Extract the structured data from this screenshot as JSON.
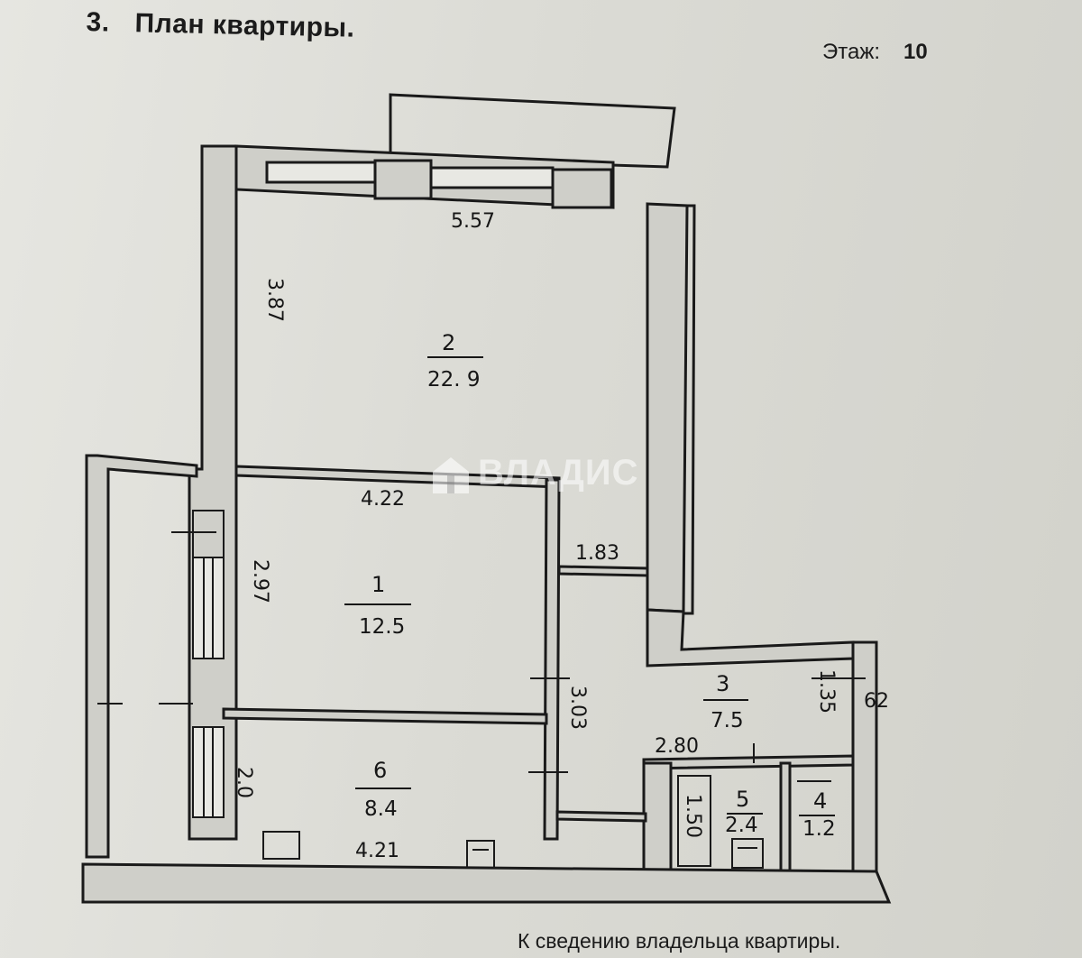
{
  "header": {
    "section_number": "3.",
    "section_title": "План квартиры.",
    "floor_label": "Этаж:",
    "floor_value": "10"
  },
  "rooms": [
    {
      "number": "2",
      "area": "22. 9"
    },
    {
      "number": "1",
      "area": "12.5"
    },
    {
      "number": "6",
      "area": "8.4"
    },
    {
      "number": "3",
      "area": "7.5"
    },
    {
      "number": "5",
      "area": "2.4"
    },
    {
      "number": "4",
      "area": "1.2"
    }
  ],
  "dimensions": {
    "room2_width": "5.57",
    "room2_length": "3.87",
    "room1_width": "4.22",
    "room1_length": "2.97",
    "corridor_width": "1.83",
    "room6_length": "2.0",
    "room6_width": "4.21",
    "hall_length": "3.03",
    "hall_width": "2.80",
    "bath_length": "1.50",
    "wc_length": "1.35",
    "side_mark": "62"
  },
  "footer": {
    "note": "К сведению владельца квартиры."
  },
  "watermark": {
    "brand": "ВЛАДИС"
  },
  "colors": {
    "wall_fill": "#cfcfc9",
    "ink": "#161616"
  }
}
